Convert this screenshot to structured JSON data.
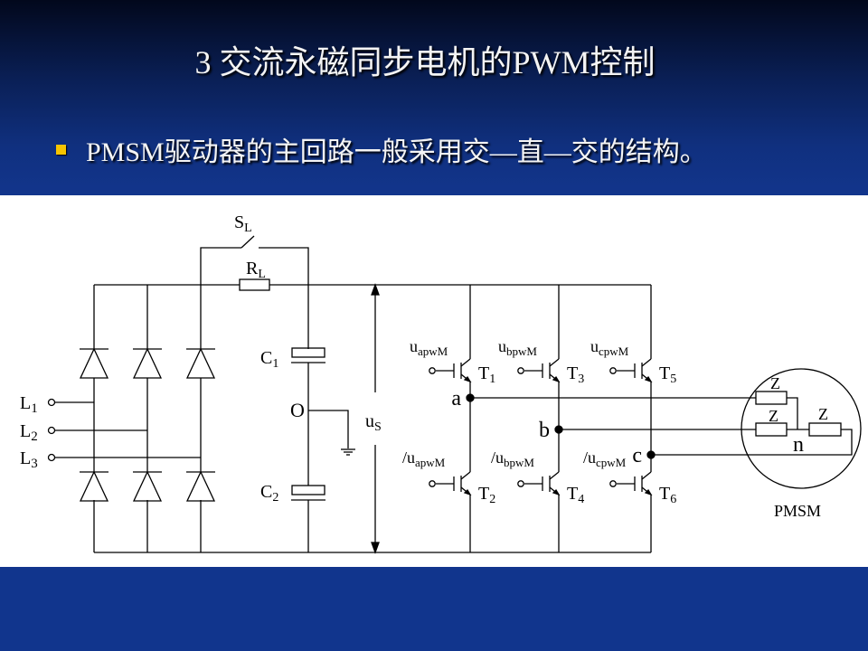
{
  "slide": {
    "title": "3  交流永磁同步电机的PWM控制",
    "bullet": "PMSM驱动器的主回路一般采用交—直—交的结构。"
  },
  "colors": {
    "header_dark": "#02081c",
    "header_blue": "#12358c",
    "footer": "#11358d",
    "bullet": "#f7c400"
  },
  "diagram": {
    "inputs": [
      {
        "main": "L",
        "sub": "1"
      },
      {
        "main": "L",
        "sub": "2"
      },
      {
        "main": "L",
        "sub": "3"
      }
    ],
    "switch": {
      "main": "S",
      "sub": "L"
    },
    "resistor": {
      "main": "R",
      "sub": "L"
    },
    "c1": {
      "main": "C",
      "sub": "1"
    },
    "c2": {
      "main": "C",
      "sub": "2"
    },
    "midpoint": "O",
    "dc_voltage": {
      "main": "u",
      "sub": "S"
    },
    "upper_gates": [
      {
        "main": "u",
        "sub": "apwM"
      },
      {
        "main": "u",
        "sub": "bpwM"
      },
      {
        "main": "u",
        "sub": "cpwM"
      }
    ],
    "lower_gates": [
      {
        "main": "/u",
        "sub": "apwM"
      },
      {
        "main": "/u",
        "sub": "bpwM"
      },
      {
        "main": "/u",
        "sub": "cpwM"
      }
    ],
    "upper_transistors": [
      {
        "main": "T",
        "sub": "1"
      },
      {
        "main": "T",
        "sub": "3"
      },
      {
        "main": "T",
        "sub": "5"
      }
    ],
    "lower_transistors": [
      {
        "main": "T",
        "sub": "2"
      },
      {
        "main": "T",
        "sub": "4"
      },
      {
        "main": "T",
        "sub": "6"
      }
    ],
    "phase_nodes": [
      "a",
      "b",
      "c"
    ],
    "impedance": "Z",
    "neutral": "n",
    "motor_label": "PMSM"
  }
}
